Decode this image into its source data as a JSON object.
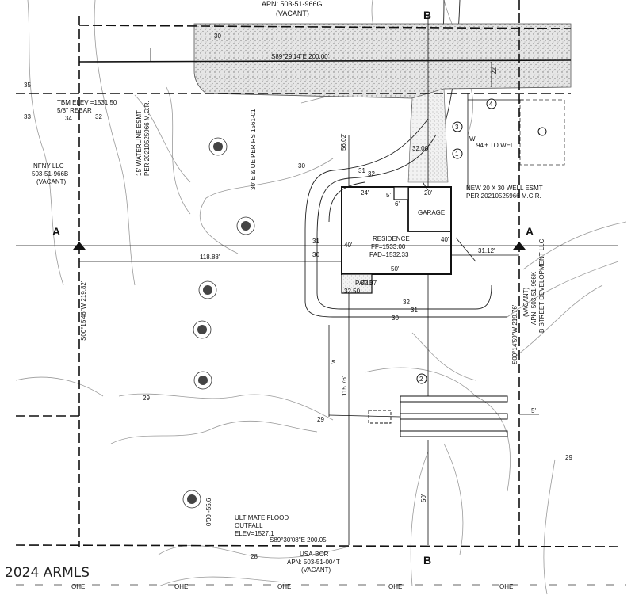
{
  "labels": {
    "top_apn": "APN: 503-51-966G",
    "top_vacant": "(VACANT)",
    "section_b_top": "B",
    "section_b_bottom": "B",
    "section_a_left": "A",
    "section_a_right": "A",
    "road_bearing": "S89°29'14\"E  200.00'",
    "road_width": "22'",
    "tbm_1": "TBM ELEV =1531.50",
    "tbm_2": "5/8\" REBAR",
    "waterline_1": "15' WATERLINE ESMT",
    "waterline_2": "PER 20210525966 M.C.R.",
    "easement_left": "30' E & UE PER RS 1561-01",
    "dim_56": "56.02'",
    "nfny_1": "NFNY LLC",
    "nfny_2": "503-51-966B",
    "nfny_3": "(VACANT)",
    "well_dist": "94'± TO WELL",
    "well_esmt_1": "NEW 20 X 30 WELL ESMT",
    "well_esmt_2": "PER 20210525966 M.C.R.",
    "dim_24": "24'",
    "dim_20": "20'",
    "dim_5": "5'",
    "dim_6": "6'",
    "garage": "GARAGE",
    "residence_1": "RESIDENCE",
    "residence_2": "FF=1533.00",
    "residence_3": "PAD=1532.33",
    "dim_40_left": "40'",
    "dim_40_right": "40'",
    "dim_50": "50'",
    "patio": "PATIO",
    "dim_118": "118.88'",
    "dim_31": "31.12'",
    "left_bearing": "S00°15'46\"W  219.82'",
    "right_bearing": "S00°14'59\"W  219.76'",
    "bst_1": "B STREET DEVELOPMENT LLC",
    "bst_2": "APN: 503-51-966K",
    "bst_3": "(VACANT)",
    "dim_115": "115.76'",
    "dim_5r": "5'",
    "dim_50v": "50'",
    "flood_1": "ULTIMATE FLOOD",
    "flood_2": "OUTFALL",
    "flood_3": "ELEV=1527.1",
    "dim_100": "0'00 -55.6",
    "bottom_bearing": "S89°30'08\"E  200.05'",
    "usa_1": "USA-BOR",
    "usa_2": "APN: 503-51-004T",
    "usa_3": "(VACANT)",
    "watermark": "2024 ARMLS",
    "ohe": "OHE",
    "s": "S",
    "w": "W",
    "key_1": "1",
    "key_2": "2",
    "key_3": "3",
    "key_4": "4",
    "c29": "29",
    "c30": "30",
    "c31": "31",
    "c32": "32",
    "c33": "33",
    "c34": "34",
    "c35": "35",
    "c28": "28",
    "g3200": "32.00",
    "g3250": "32.50",
    "g3267": "32.67"
  }
}
